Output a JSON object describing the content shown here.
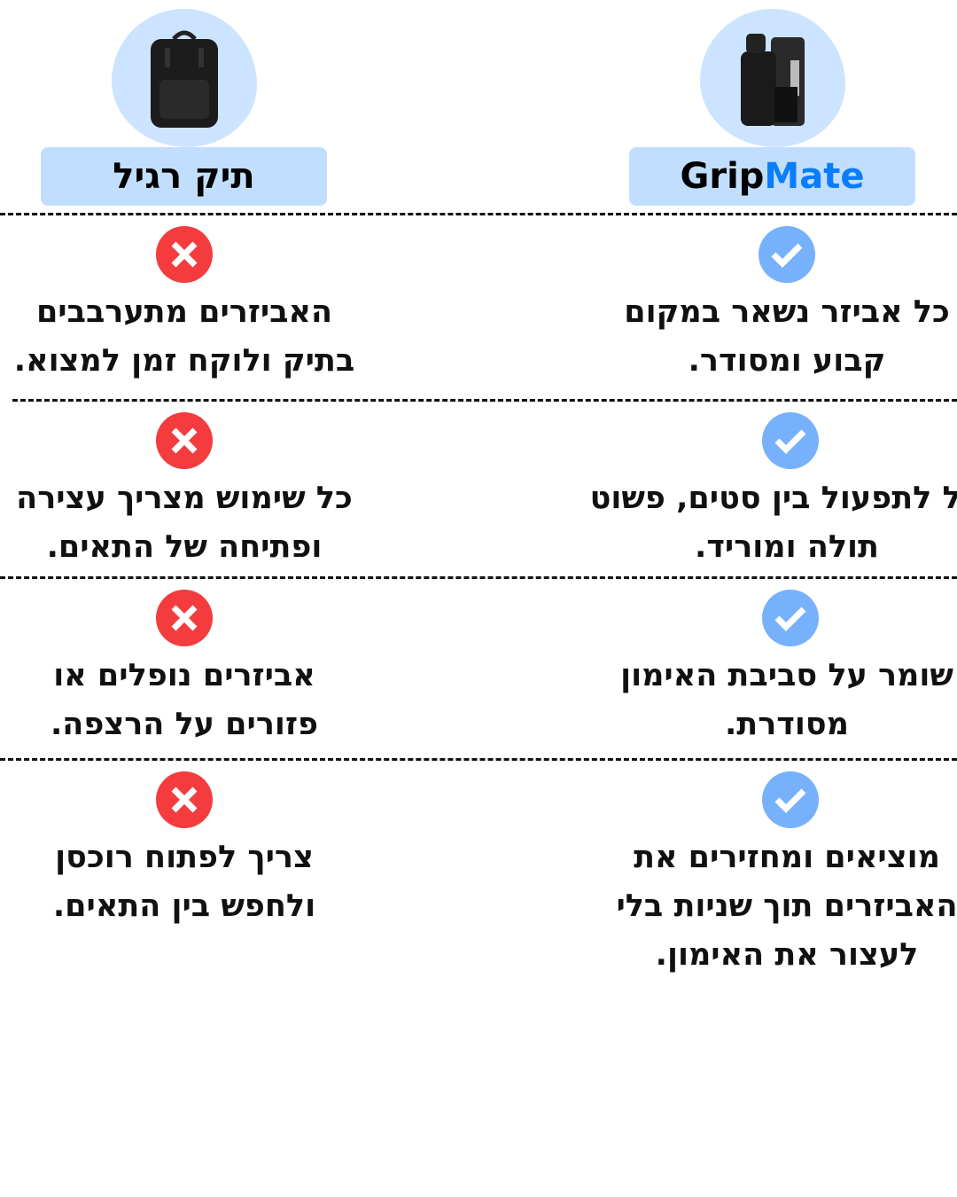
{
  "header": {
    "left_title": "תיק רגיל",
    "right_title_part1": "Grip",
    "right_title_part2": "Mate"
  },
  "colors": {
    "accent": "#0a7dfc",
    "label_bg": "#c2deff",
    "blob_bg": "#cce4ff",
    "cross": "#f43c3f",
    "check": "#77b1fb"
  },
  "rows": [
    {
      "left": [
        "האביזרים מתערבבים",
        "בתיק ולוקח זמן למצוא."
      ],
      "right": [
        "כל אביזר נשאר במקום",
        "קבוע ומסודר."
      ]
    },
    {
      "left": [
        "כל שימוש מצריך עצירה",
        "ופתיחה של התאים."
      ],
      "right": [
        "קל לתפעול בין סטים, פשוט",
        "תולה ומוריד."
      ]
    },
    {
      "left": [
        "אביזרים נופלים או",
        "פזורים על הרצפה."
      ],
      "right": [
        "שומר על סביבת האימון",
        "מסודרת."
      ]
    },
    {
      "left": [
        "צריך לפתוח רוכסן",
        "ולחפש בין התאים."
      ],
      "right": [
        "מוציאים ומחזירים את",
        "האביזרים תוך שניות בלי",
        "לעצור את האימון."
      ]
    }
  ]
}
